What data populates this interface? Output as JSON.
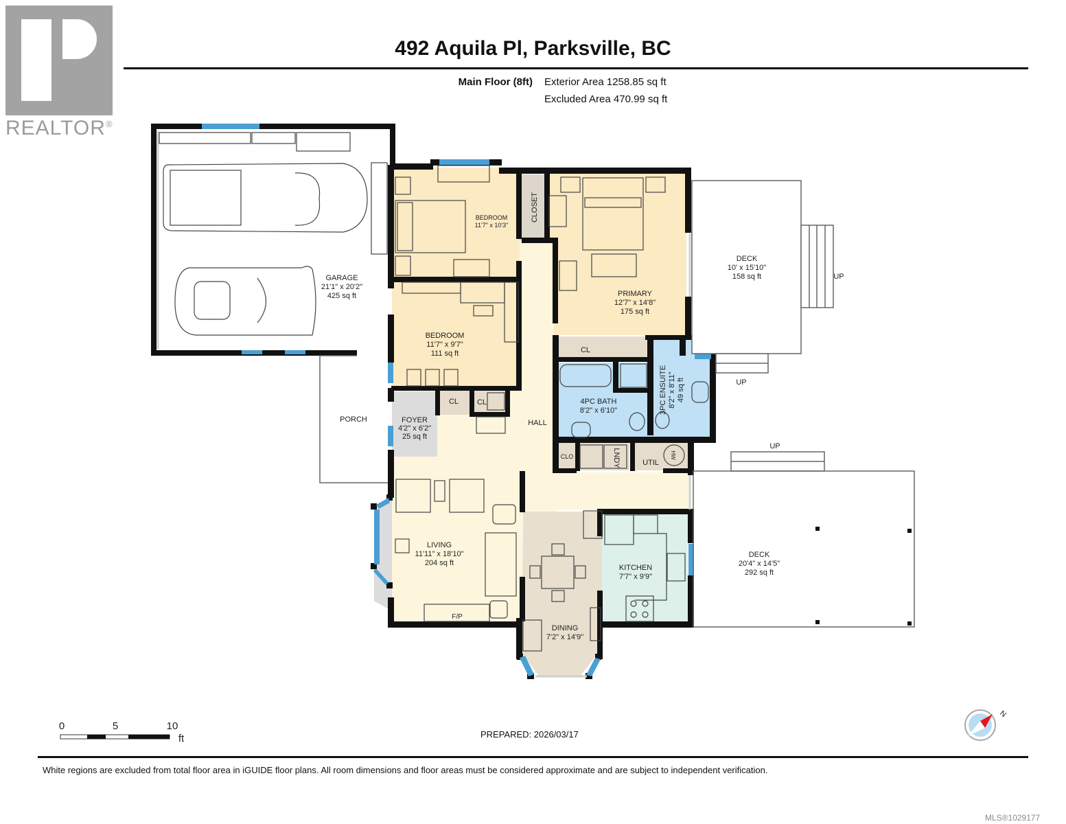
{
  "header": {
    "logo_text": "REALTOR",
    "logo_mark": "®",
    "title": "492 Aquila Pl, Parksville, BC",
    "floor_label": "Main Floor (8ft)",
    "exterior_area": "Exterior Area 1258.85 sq ft",
    "excluded_area": "Excluded Area 470.99 sq ft"
  },
  "rooms": [
    {
      "name": "GARAGE",
      "dims": "21'1\" x 20'2\"",
      "area": "425 sq ft",
      "fill": "#ffffff"
    },
    {
      "name": "BEDROOM",
      "dims": "11'7\" x 10'3\"",
      "area": "",
      "fill": "#fbeac2"
    },
    {
      "name": "CLOSET",
      "dims": "",
      "area": "",
      "fill": "#dcd6cc"
    },
    {
      "name": "PRIMARY",
      "dims": "12'7\" x 14'8\"",
      "area": "175 sq ft",
      "fill": "#fbeac2"
    },
    {
      "name": "DECK",
      "dims": "10' x 15'10\"",
      "area": "158 sq ft",
      "fill": "#ffffff"
    },
    {
      "name": "BEDROOM",
      "dims": "11'7\" x 9'7\"",
      "area": "111 sq ft",
      "fill": "#fbeac2"
    },
    {
      "name": "CL",
      "dims": "",
      "area": "",
      "fill": "#e6dccc"
    },
    {
      "name": "3PC ENSUITE",
      "dims": "8'2\" x 8'11\"",
      "area": "49 sq ft",
      "fill": "#bfe0f5"
    },
    {
      "name": "4PC BATH",
      "dims": "8'2\" x 6'10\"",
      "area": "",
      "fill": "#bfe0f5"
    },
    {
      "name": "PORCH",
      "dims": "",
      "area": "",
      "fill": "#ffffff"
    },
    {
      "name": "FOYER",
      "dims": "4'2\" x 6'2\"",
      "area": "25 sq ft",
      "fill": "#dcdcdc"
    },
    {
      "name": "CL",
      "dims": "",
      "area": "",
      "fill": "#e6dccc"
    },
    {
      "name": "CL",
      "dims": "",
      "area": "",
      "fill": "#e6dccc"
    },
    {
      "name": "HALL",
      "dims": "",
      "area": "",
      "fill": "#fdf6dd"
    },
    {
      "name": "CLO",
      "dims": "",
      "area": "",
      "fill": "#e6dccc"
    },
    {
      "name": "LNDY",
      "dims": "",
      "area": "",
      "fill": "#e6dccc"
    },
    {
      "name": "UTIL",
      "dims": "",
      "area": "",
      "fill": "#e6dccc"
    },
    {
      "name": "LIVING",
      "dims": "11'11\" x 18'10\"",
      "area": "204 sq ft",
      "fill": "#fdf6dd"
    },
    {
      "name": "DINING",
      "dims": "7'2\" x 14'9\"",
      "area": "",
      "fill": "#e9dfcf"
    },
    {
      "name": "KITCHEN",
      "dims": "7'7\" x 9'9\"",
      "area": "",
      "fill": "#ddf0ea"
    },
    {
      "name": "DECK",
      "dims": "20'4\" x 14'5\"",
      "area": "292 sq ft",
      "fill": "#ffffff"
    }
  ],
  "fixtures": {
    "fireplace_label": "F/P",
    "water_heater_label": "HW",
    "stairs": [
      "UP",
      "UP",
      "UP"
    ]
  },
  "scale_bar": {
    "ticks": [
      "0",
      "5",
      "10"
    ],
    "unit": "ft"
  },
  "footer": {
    "prepared": "PREPARED: 2026/03/17",
    "disclaimer": "White regions are excluded from total floor area in iGUIDE floor plans. All room dimensions and floor areas must be considered approximate and are subject to independent verification.",
    "mls": "MLS®1029177",
    "compass_label": "N"
  },
  "colors": {
    "wall": "#111111",
    "window": "#4a9fd4",
    "bedroom": "#fbeac2",
    "living": "#fdf6dd",
    "bath": "#bfe0f5",
    "kitchen": "#ddf0ea",
    "dining": "#e9dfcf",
    "closet": "#e6dccc",
    "foyer": "#dcdcdc",
    "compass_red": "#e8141c",
    "compass_blue": "#b9dcf3"
  }
}
